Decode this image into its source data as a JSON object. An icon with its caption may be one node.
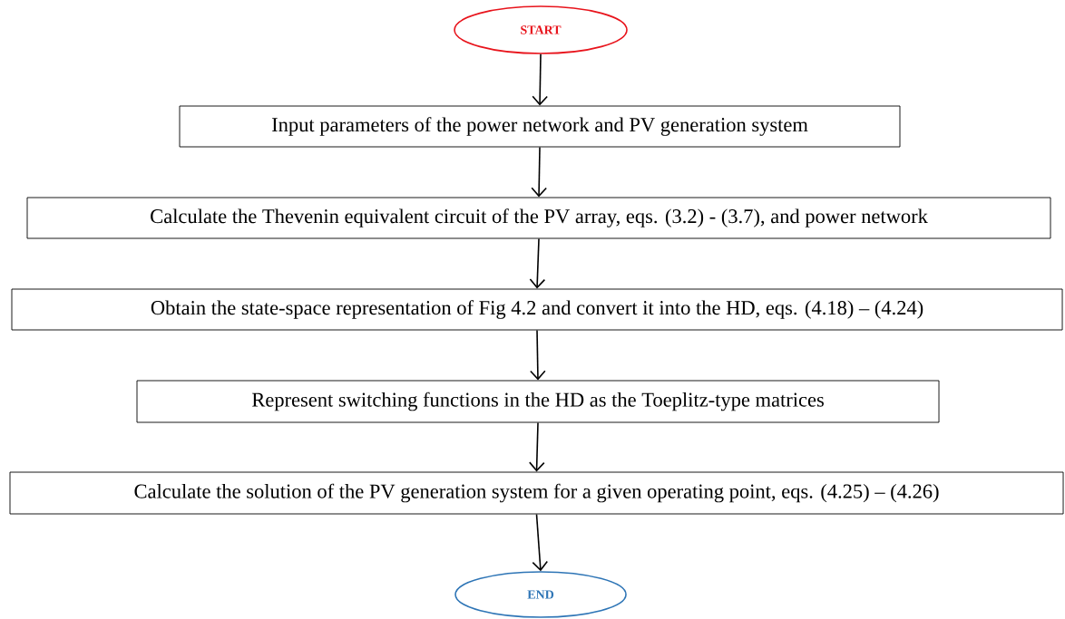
{
  "diagram": {
    "nodes": [
      {
        "text": [
          "START"
        ]
      },
      {
        "text": [
          "Input parameters of the power network and PV generation system"
        ]
      },
      {
        "text": [
          "Calculate the Thevenin equivalent circuit of the PV array, eqs. (3.2) - (3.7), and power network"
        ]
      },
      {
        "text": [
          "Obtain the state-space representation of Fig 4.2 and convert it into the HD, eqs. (4.18) – (4.24)"
        ]
      },
      {
        "text": [
          "Represent switching functions in the HD as the Toeplitz-type matrices"
        ]
      },
      {
        "text": [
          "Calculate the solution of the PV generation system for a given operating point, eqs. (4.25) – (4.26)"
        ]
      },
      {
        "text": [
          "END"
        ]
      }
    ],
    "edges": [
      {
        "from": 0,
        "to": 1,
        "arrow": "to"
      },
      {
        "from": 1,
        "to": 2,
        "arrow": "to"
      },
      {
        "from": 2,
        "to": 3,
        "arrow": "to"
      },
      {
        "from": 3,
        "to": 4,
        "arrow": "to"
      },
      {
        "from": 4,
        "to": 5,
        "arrow": "to"
      },
      {
        "from": 5,
        "to": 6,
        "arrow": "to"
      }
    ]
  }
}
